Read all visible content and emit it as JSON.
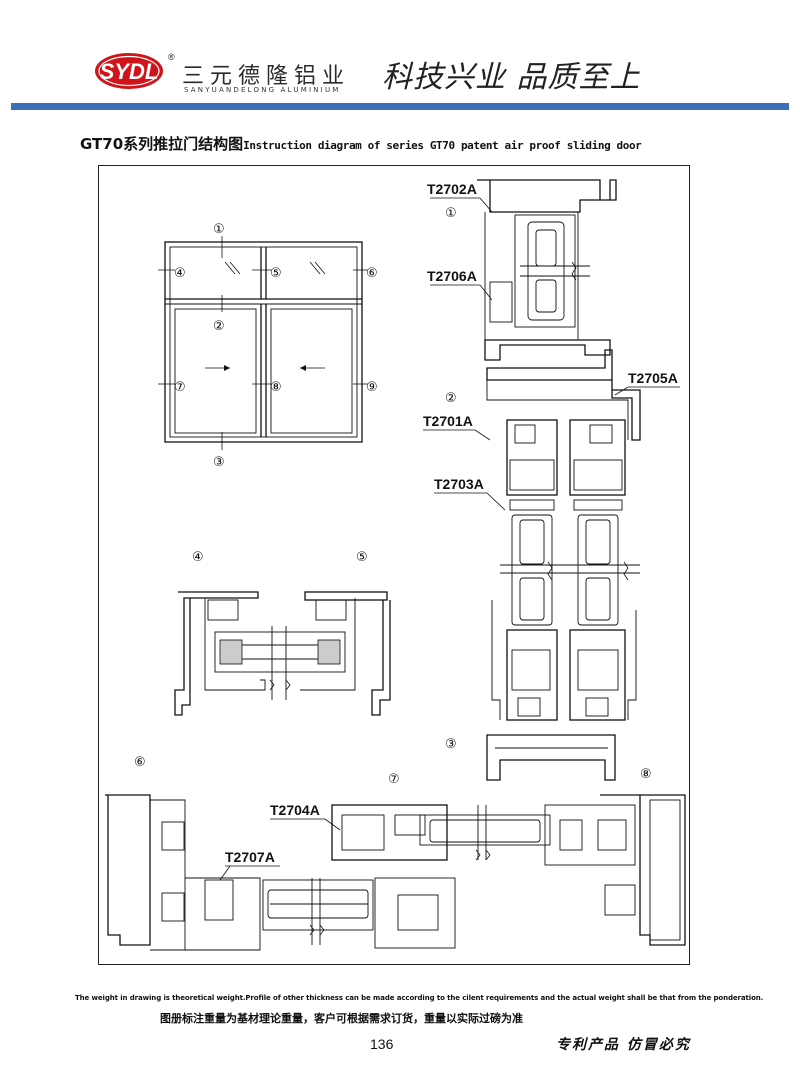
{
  "header": {
    "logo_text": "SYDL",
    "registered_mark": "®",
    "brand_cn": "三元德隆铝业",
    "brand_en": "SANYUANDELONG ALUMINIUM",
    "slogan": "科技兴业  品质至上",
    "accent_color": "#3b6fb7",
    "logo_color": "#d0141b"
  },
  "title": {
    "cn": "GT70系列推拉门结构图",
    "en": "Instruction diagram of series GT70 patent air proof sliding door"
  },
  "diagram": {
    "markers": {
      "m1": "①",
      "m2": "②",
      "m3": "③",
      "m4": "④",
      "m5": "⑤",
      "m6": "⑥",
      "m7": "⑦",
      "m8": "⑧",
      "m9": "⑨"
    },
    "codes": {
      "c2702": "T2702A",
      "c2706": "T2706A",
      "c2705": "T2705A",
      "c2701": "T2701A",
      "c2703": "T2703A",
      "c2704": "T2704A",
      "c2707": "T2707A"
    }
  },
  "footer": {
    "note_en": "The weight in drawing is theoretical weight.Profile of other thickness can be made according to the cilent requirements and the actual weight shall be that from the ponderation.",
    "note_cn": "图册标注重量为基材理论重量，客户可根据需求订货，重量以实际过磅为准",
    "page_number": "136",
    "patent": "专利产品 仿冒必究"
  }
}
